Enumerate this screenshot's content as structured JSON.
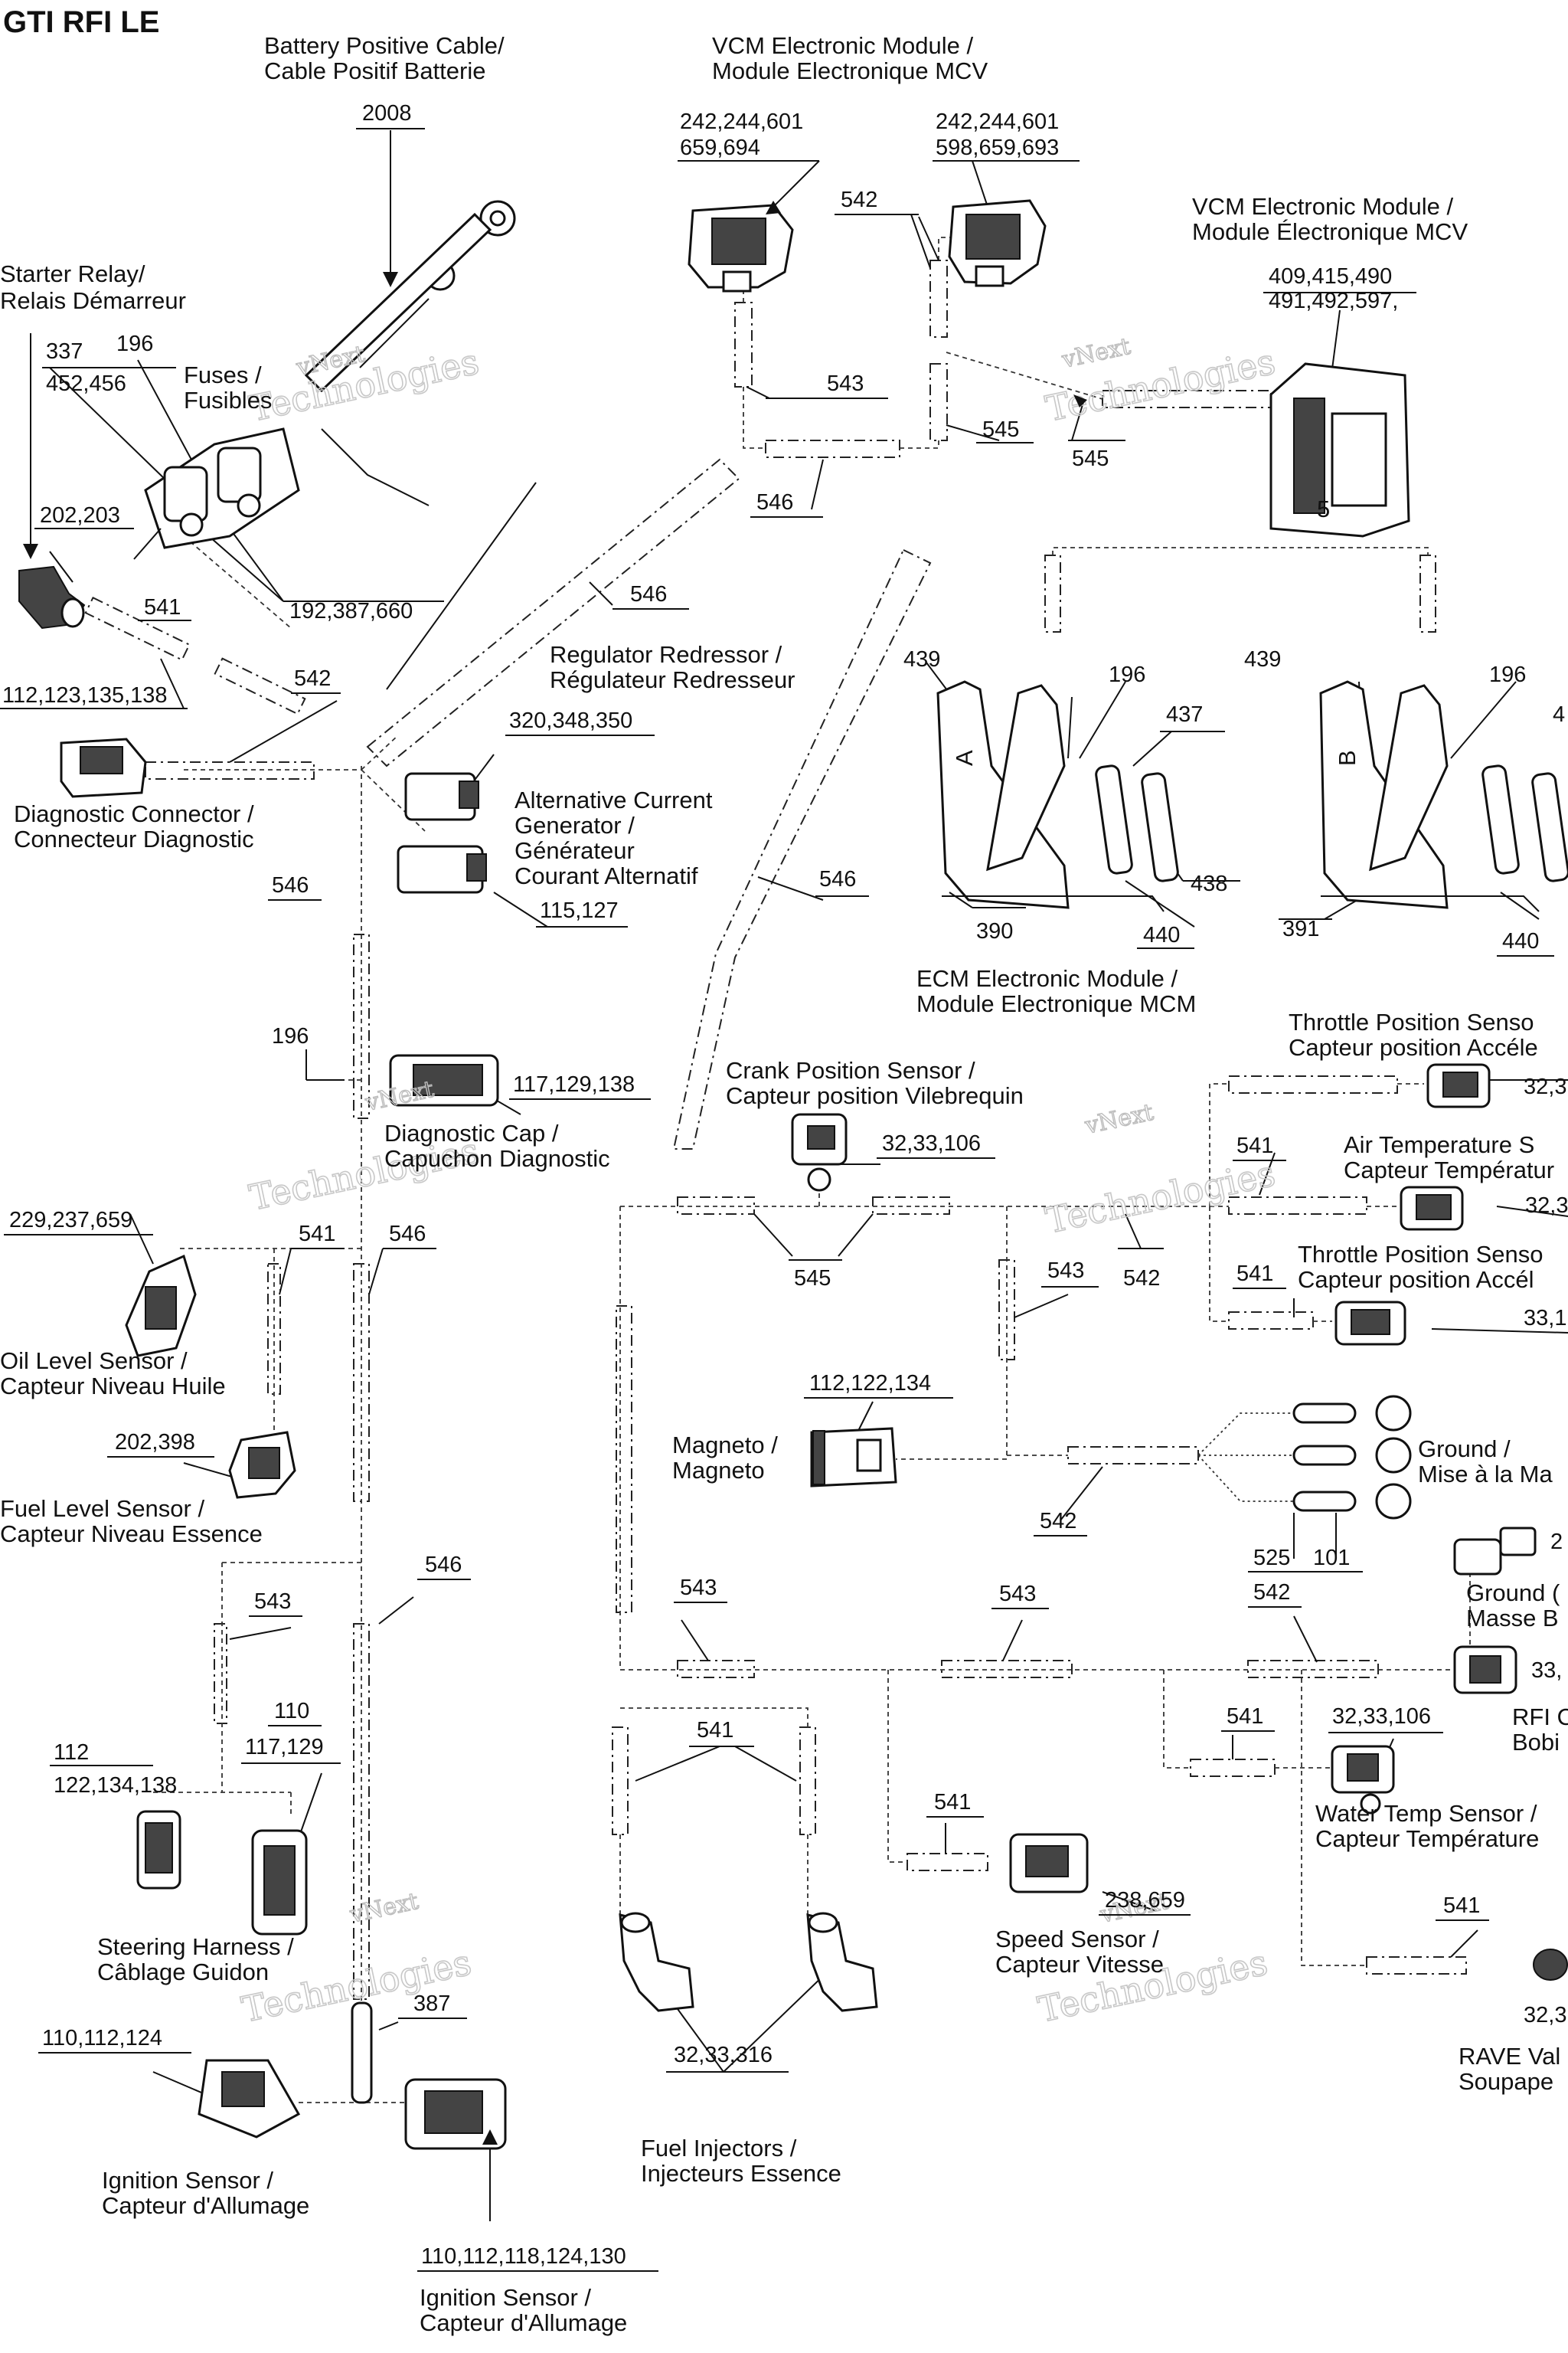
{
  "title": "GTI RFI LE",
  "watermark": {
    "line1": "vNext",
    "line2": "Technologies",
    "full": "vNext Technologies"
  },
  "labels": {
    "battery_cable": [
      "Battery Positive Cable/",
      "Cable Positif Batterie"
    ],
    "vcm_module_top": [
      "VCM Electronic Module /",
      "Module Electronique MCV"
    ],
    "vcm_module_right": [
      "VCM Electronic Module /",
      "Module Électronique MCV"
    ],
    "starter_relay": [
      "Starter Relay/",
      "Relais Démarreur"
    ],
    "fuses": [
      "Fuses /",
      "Fusibles"
    ],
    "regulator": [
      "Regulator Redressor /",
      "Régulateur Redresseur"
    ],
    "diag_connector": [
      "Diagnostic Connector /",
      "Connecteur Diagnostic"
    ],
    "alt_generator": [
      "Alternative Current",
      "Generator /",
      "Générateur",
      "Courant Alternatif"
    ],
    "ecm_module": [
      "ECM Electronic Module /",
      "Module Electronique MCM"
    ],
    "throttle_1": [
      "Throttle Position Senso",
      "Capteur position Accéle"
    ],
    "air_temp": [
      "Air Temperature S",
      "Capteur Températur"
    ],
    "throttle_2": [
      "Throttle Position Senso",
      "Capteur position Accél"
    ],
    "crank_sensor": [
      "Crank Position Sensor /",
      "Capteur position Vilebrequin"
    ],
    "diag_cap": [
      "Diagnostic Cap /",
      "Capuchon Diagnostic"
    ],
    "oil_level": [
      "Oil Level Sensor /",
      "Capteur Niveau Huile"
    ],
    "fuel_level": [
      "Fuel Level Sensor /",
      "Capteur Niveau Essence"
    ],
    "magneto": [
      "Magneto /",
      "Magneto"
    ],
    "ground": [
      "Ground /",
      "Mise à la Ma"
    ],
    "ground_b": [
      "Ground (",
      "Masse B"
    ],
    "rfi_coil": [
      "RFI C",
      "Bobi"
    ],
    "water_temp": [
      "Water Temp Sensor /",
      "Capteur Température"
    ],
    "speed_sensor": [
      "Speed Sensor /",
      "Capteur Vitesse"
    ],
    "rave_valve": [
      "RAVE Val",
      "Soupape"
    ],
    "steering": [
      "Steering Harness /",
      "Câblage Guidon"
    ],
    "fuel_injectors": [
      "Fuel Injectors /",
      "Injecteurs Essence"
    ],
    "ignition_1": [
      "Ignition Sensor /",
      "Capteur d'Allumage"
    ],
    "ignition_2": [
      "Ignition Sensor /",
      "Capteur d'Allumage"
    ],
    "letter_a": "A",
    "letter_b": "B",
    "num5": "5"
  },
  "part_numbers": {
    "n2008": "2008",
    "vcm_left": [
      "242,244,601",
      "659,694"
    ],
    "vcm_right": [
      "242,244,601",
      "598,659,693"
    ],
    "n542a": "542",
    "vcm_big": [
      "409,415,490",
      "491,492,597,"
    ],
    "n337": "337",
    "n452": "452,456",
    "n196a": "196",
    "n543a": "543",
    "n545a": "545",
    "n545b": "545",
    "n546a": "546",
    "n202": "202,203",
    "n546b": "546",
    "n541a": "541",
    "n192": "192,387,660",
    "n112a": "112,123,135,138",
    "n542b": "542",
    "n439a": "439",
    "n196b": "196",
    "n437": "437",
    "n439b": "439",
    "n196c": "196",
    "n4x": "4",
    "n320": "320,348,350",
    "n546c": "546",
    "n546d": "546",
    "n115": "115,127",
    "n438": "438",
    "n390": "390",
    "n440a": "440",
    "n391": "391",
    "n440b": "440",
    "n196d": "196",
    "n117a": "117,129,138",
    "n32a": "32,33,106",
    "n32b": "32,3",
    "n541b": "541",
    "n32c": "32,3",
    "n229": "229,237,659",
    "n541c": "541",
    "n546e": "546",
    "n545c": "545",
    "n543b": "543",
    "n542c": "542",
    "n541d": "541",
    "n33a": "33,1",
    "n112b": "112,122,134",
    "n202b": "202,398",
    "n542d": "542",
    "n525": "525",
    "n101": "101",
    "n2x": "2",
    "n546f": "546",
    "n543c": "543",
    "n543d": "543",
    "n543e": "543",
    "n542e": "542",
    "n33b": "33,",
    "n110": "110",
    "n112c": "112",
    "n117b": "117,129",
    "n122": "122,134,138",
    "n541e": "541",
    "n541f": "541",
    "n32d": "32,33,106",
    "n541g": "541",
    "n238": "238,659",
    "n541h": "541",
    "n32e": "32,3",
    "n387": "387",
    "n110b": "110,112,124",
    "n32f": "32,33,316",
    "n110c": "110,112,118,124,130"
  }
}
